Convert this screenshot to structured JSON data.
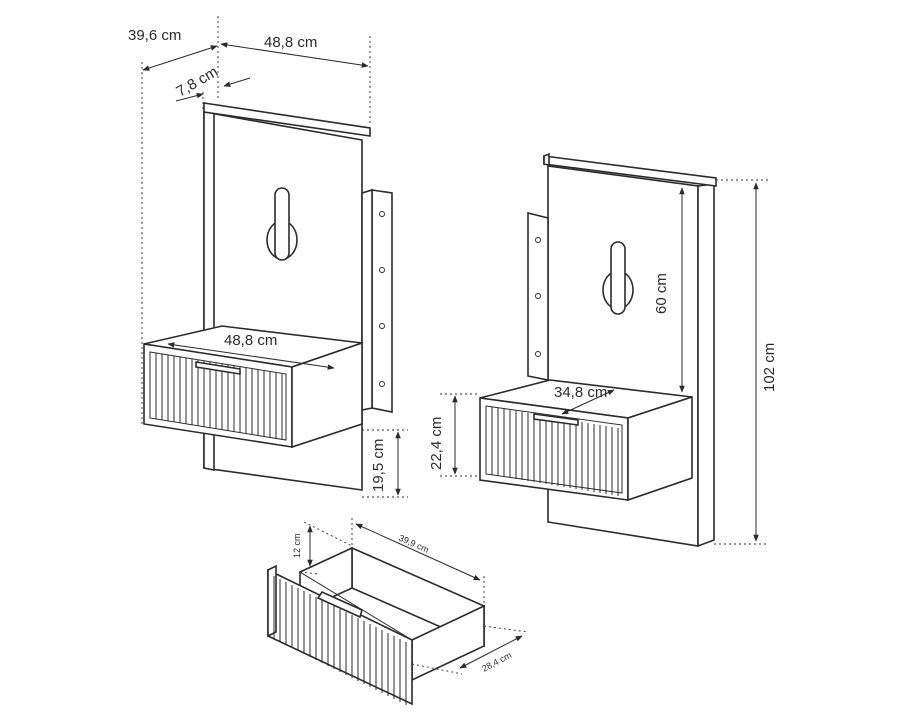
{
  "dimensions": {
    "total_depth": "39,6 cm",
    "top_width": "48,8 cm",
    "top_depth": "7,8 cm",
    "shelf_width": "48,8 cm",
    "drawer_height_side": "19,5 cm",
    "panel_height": "60 cm",
    "total_height": "102 cm",
    "shelf_depth": "34,8 cm",
    "drawer_box_height": "22,4 cm",
    "drawer_inner_height": "12 cm",
    "drawer_inner_width": "39,9 cm",
    "drawer_inner_depth": "28,4 cm"
  }
}
